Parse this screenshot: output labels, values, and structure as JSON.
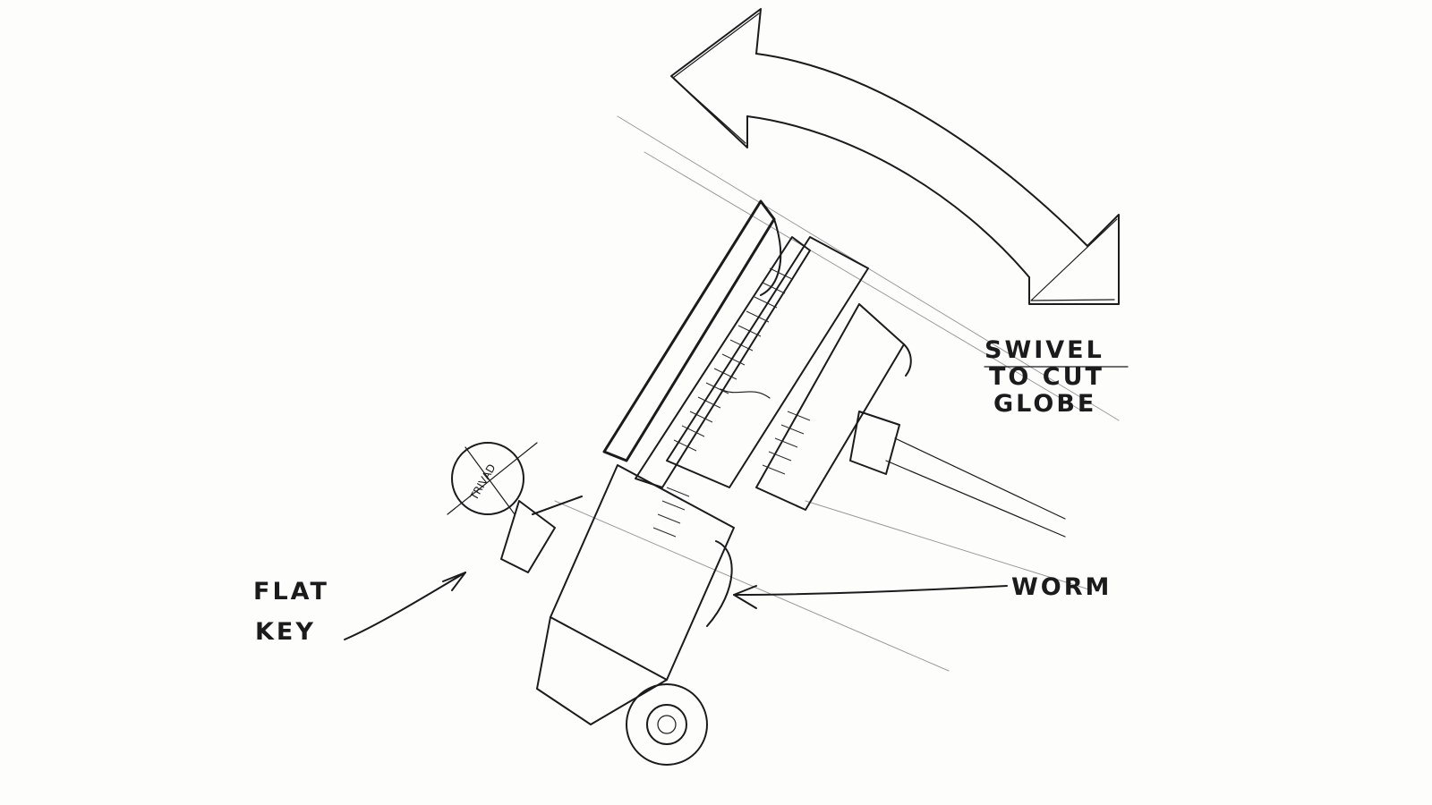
{
  "annotations": {
    "swivel_line1": "SWIVEL",
    "swivel_line2": "TO CUT",
    "swivel_line3": "GLOBE",
    "flat_key_line1": "FLAT",
    "flat_key_line2": "KEY",
    "worm": "WORM",
    "knob_text": "TRIVAD"
  },
  "colors": {
    "paper": "#fdfdfc",
    "ink": "#1b1b1b"
  }
}
